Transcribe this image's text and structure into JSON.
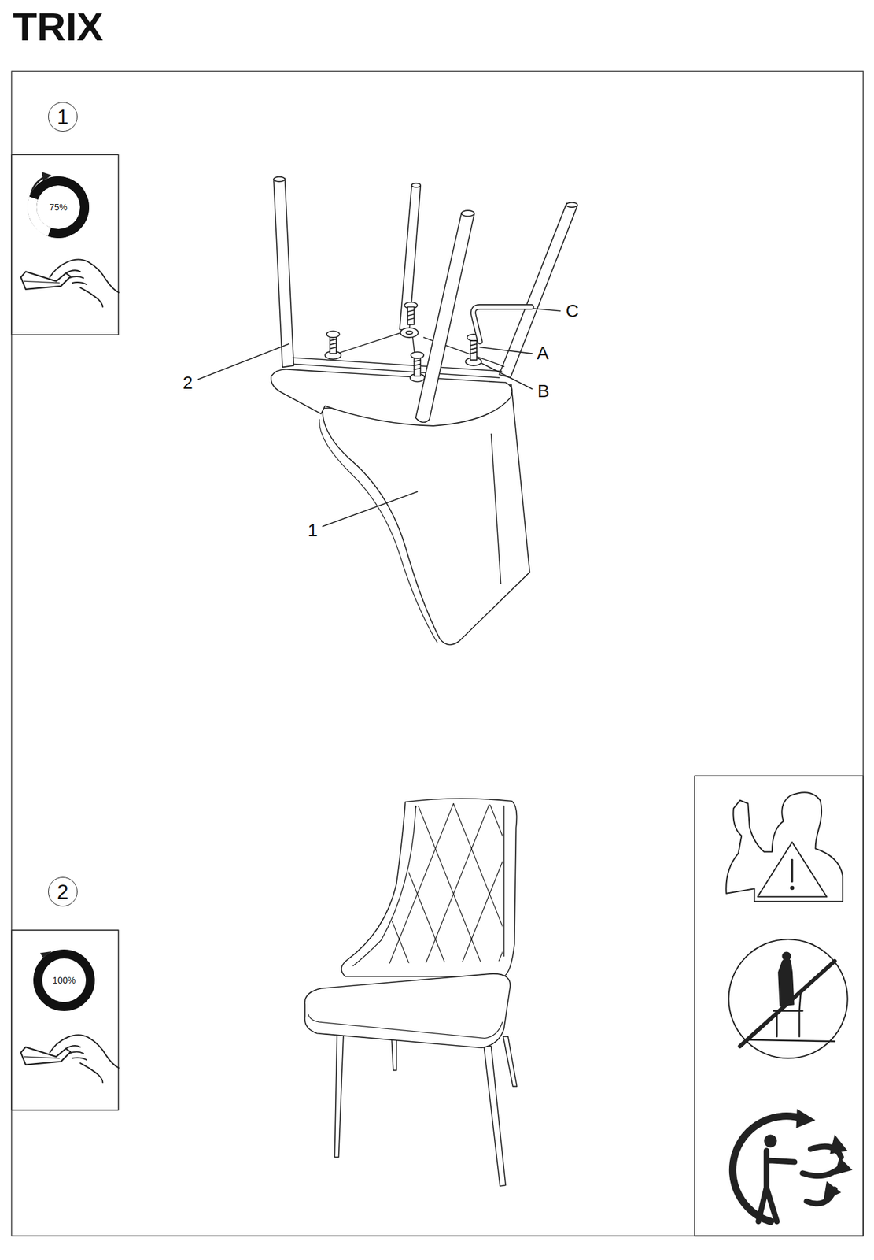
{
  "diagram": {
    "title": "TRIX",
    "nodes": [
      {
        "text": [
          "1"
        ]
      },
      {
        "text": [
          "75%"
        ]
      },
      {
        "text": [
          "2"
        ]
      },
      {
        "text": [
          "100%"
        ]
      }
    ],
    "labels": [
      "C",
      "A",
      "B",
      "2",
      "1"
    ]
  }
}
